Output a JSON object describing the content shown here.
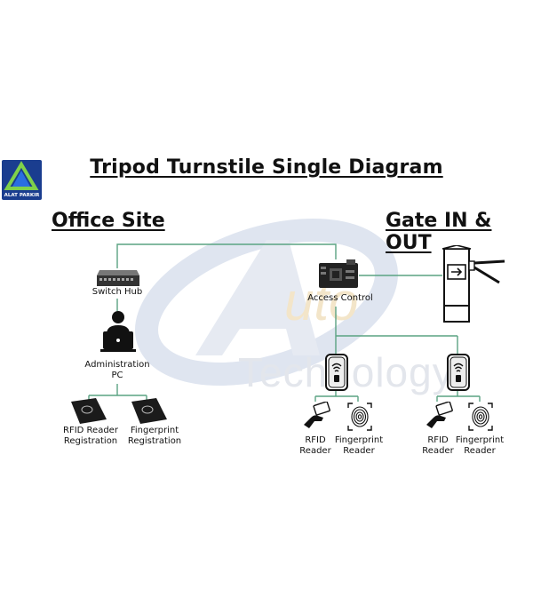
{
  "logo": {
    "text": "ALAT PARKIR"
  },
  "watermark": {
    "brand": "Auto",
    "sub": "Technology"
  },
  "title": "Tripod Turnstile Single Diagram",
  "sections": {
    "left": "Office Site",
    "right": "Gate IN & OUT"
  },
  "nodes": {
    "switch_hub": "Switch Hub",
    "access_control": "Access Control",
    "admin_pc_line1": "Administration",
    "admin_pc_line2": "PC",
    "rfid_reg_line1": "RFID Reader",
    "rfid_reg_line2": "Registration",
    "fp_reg_line1": "Fingerprint",
    "fp_reg_line2": "Registration",
    "rfid_l1": "RFID",
    "rfid_l2": "Reader",
    "fp_l1": "Fingerprint",
    "fp_l2": "Reader"
  },
  "colors": {
    "connector": "#5aa382",
    "logo_bg": "#1a3d8f",
    "watermark": "#c9d3e6"
  }
}
